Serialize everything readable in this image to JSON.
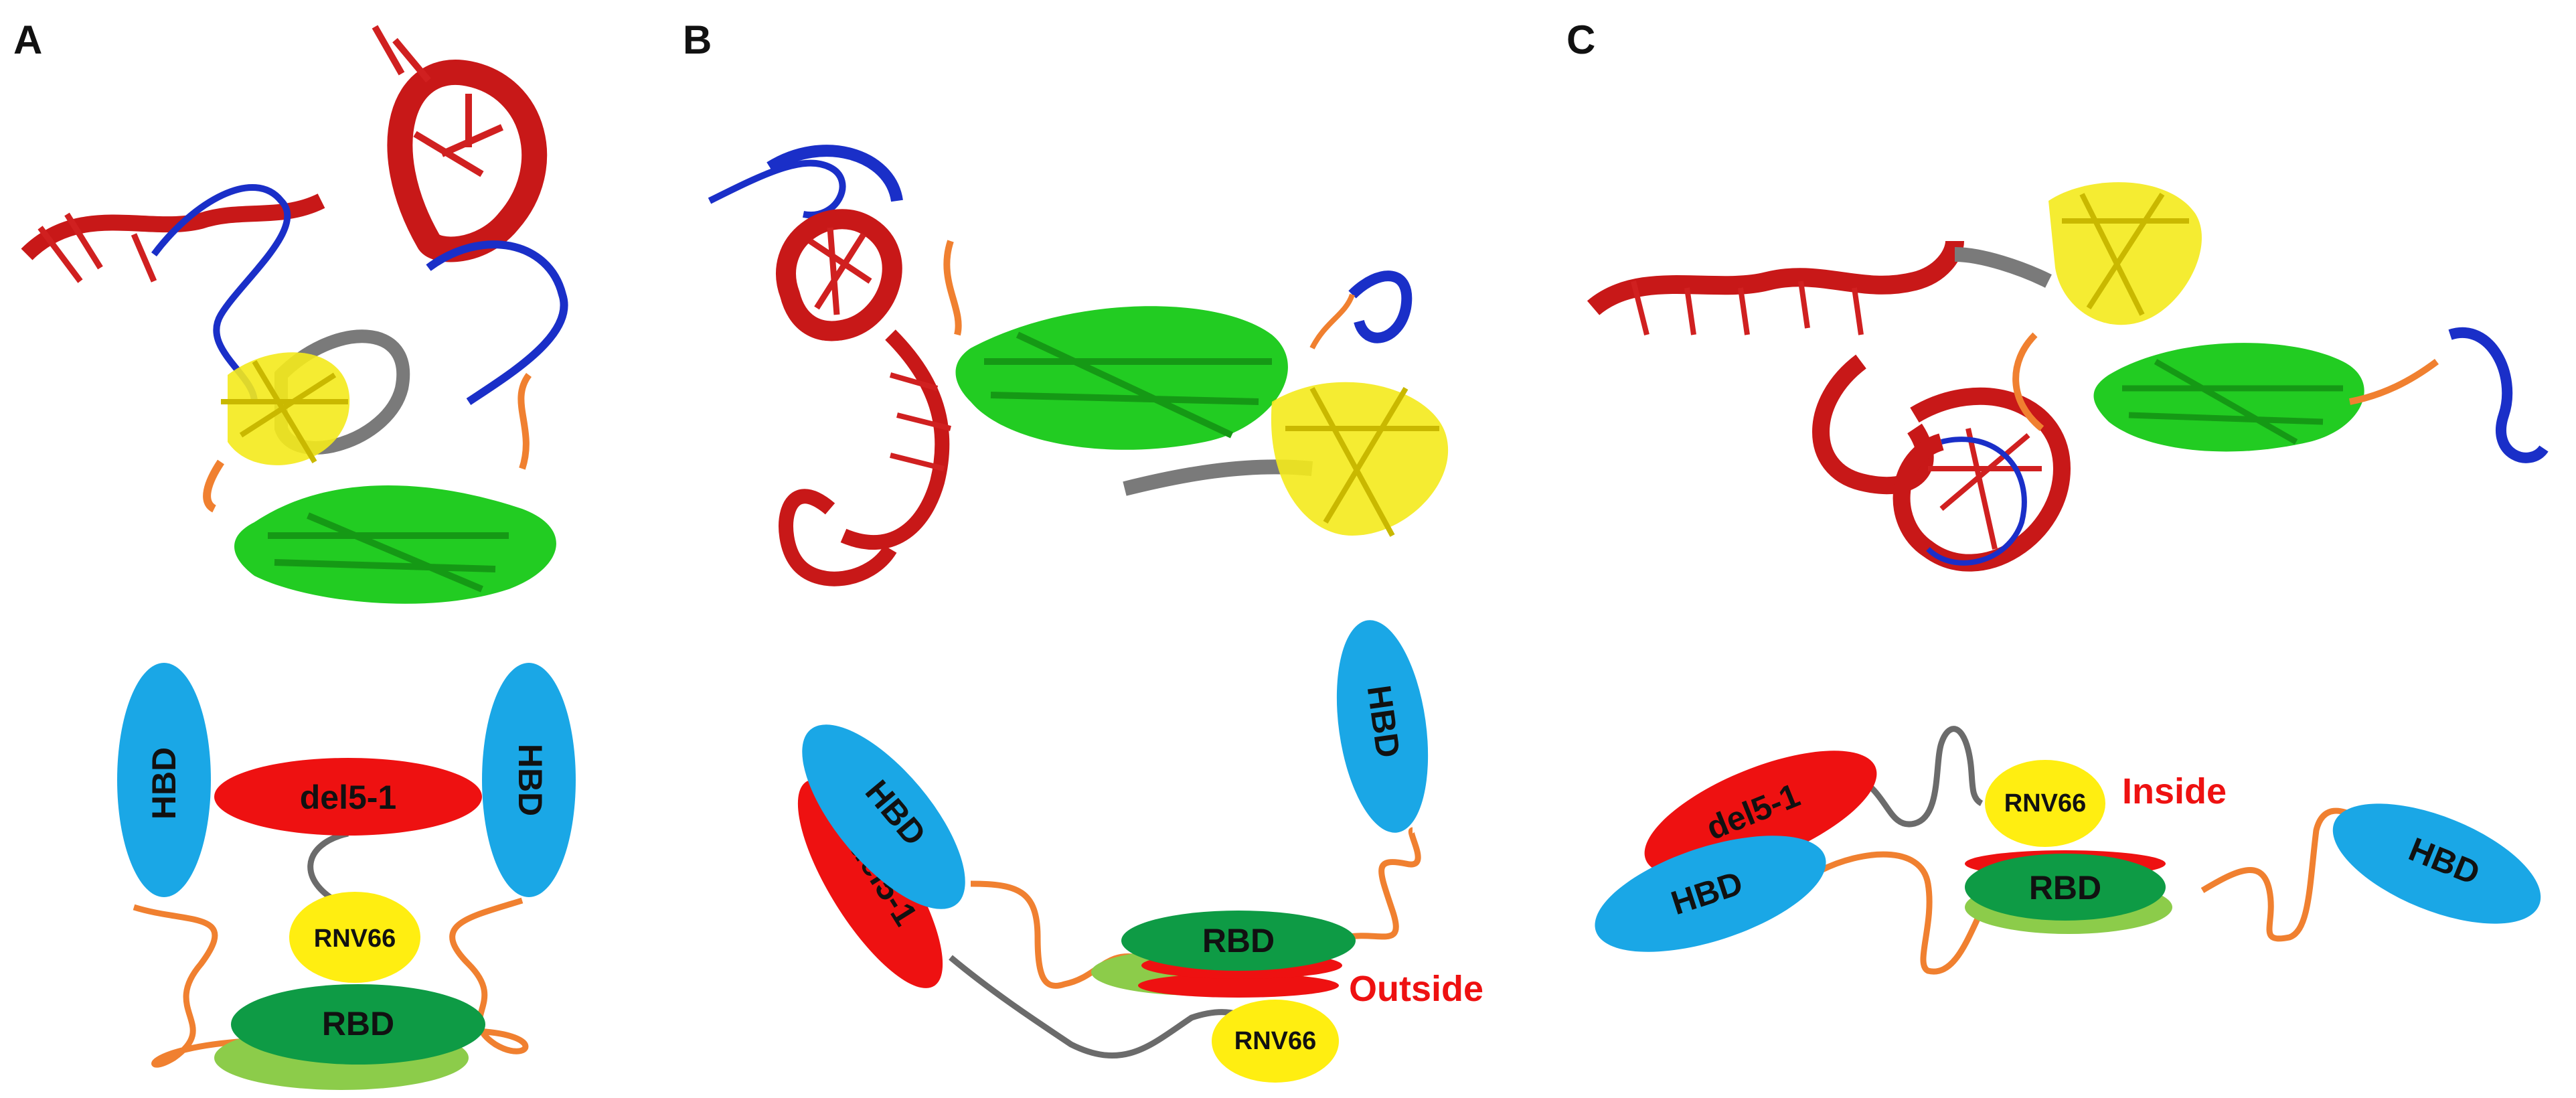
{
  "panels": [
    {
      "letter": "A",
      "rna": "del5-1",
      "ligand": "RNV66",
      "domain": "RBD",
      "hbd_left": "HBD",
      "hbd_right": "HBD"
    },
    {
      "letter": "B",
      "rna": "del5-1",
      "ligand": "RNV66",
      "domain": "RBD",
      "hbd_left": "HBD",
      "hbd_right": "HBD",
      "position_label": "Outside"
    },
    {
      "letter": "C",
      "rna": "del5-1",
      "ligand": "RNV66",
      "domain": "RBD",
      "hbd_left": "HBD",
      "hbd_right": "HBD",
      "position_label": "Inside"
    }
  ],
  "colors": {
    "hbd": "#1aa7e6",
    "rna": "#ee1111",
    "ligand": "#ffee11",
    "rbd_dark": "#0e9b45",
    "rbd_light": "#8ccc4a",
    "linker": "#f08030",
    "rna_linker": "#6b6b6b",
    "highlight_text": "#ee1111",
    "protein_blue": "#1a2fc8",
    "rna_ribbon": "#c81818",
    "sheet_green": "#22cc22"
  }
}
